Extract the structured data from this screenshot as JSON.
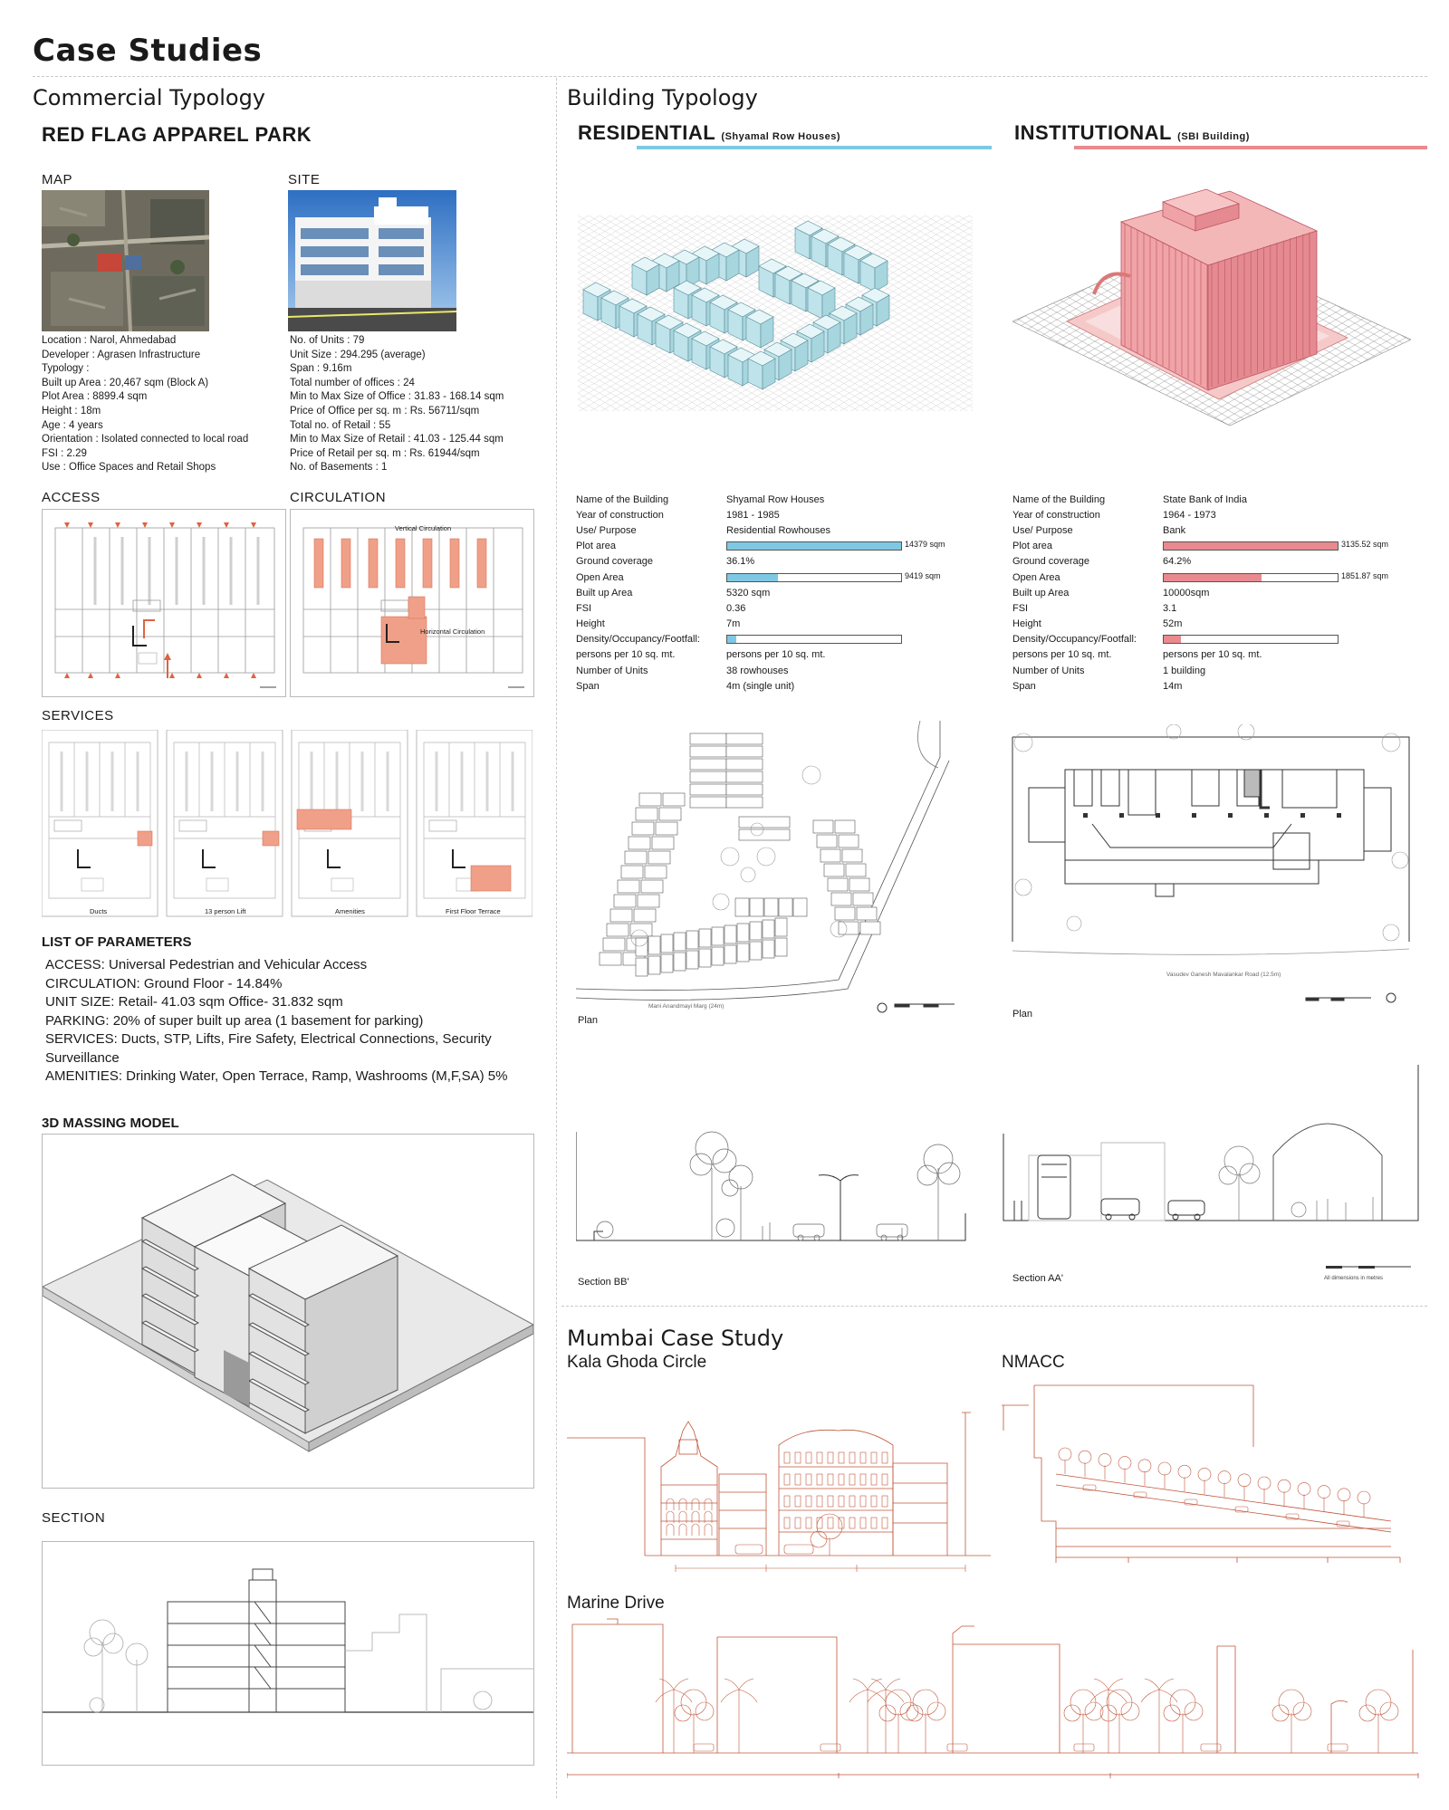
{
  "page": {
    "title": "Case Studies"
  },
  "commercial": {
    "heading": "Commercial Typology",
    "project": "RED FLAG APPAREL PARK",
    "map_label": "MAP",
    "site_label": "SITE",
    "info_left": [
      "Location : Narol, Ahmedabad",
      "Developer : Agrasen Infrastructure",
      "Typology :",
      "Built up Area : 20,467 sqm (Block A)",
      "Plot Area : 8899.4 sqm",
      "Height : 18m",
      "Age : 4 years",
      "Orientation : Isolated connected to local road",
      "FSI : 2.29",
      "Use : Office Spaces and Retail Shops"
    ],
    "info_right": [
      "No. of Units : 79",
      "Unit Size : 294.295 (average)",
      "Span : 9.16m",
      "Total number of offices : 24",
      "Min to Max Size of Office : 31.83 - 168.14 sqm",
      "Price of Office per sq. m : Rs. 56711/sqm",
      "Total no. of Retail : 55",
      "Min to Max Size of Retail : 41.03 - 125.44 sqm",
      "Price of Retail per sq. m : Rs. 61944/sqm",
      "No. of Basements : 1"
    ],
    "access_label": "ACCESS",
    "circulation_label": "CIRCULATION",
    "circ_vertical": "Vertical Circulation",
    "circ_horizontal": "Horizontal Circulation",
    "services_label": "SERVICES",
    "services_captions": [
      "Ducts",
      "13 person Lift",
      "Amenities",
      "First Floor Terrace"
    ],
    "params_title": "LIST OF PARAMETERS",
    "params": [
      "ACCESS: Universal Pedestrian and Vehicular Access",
      "CIRCULATION: Ground Floor - 14.84%",
      "UNIT SIZE: Retail- 41.03 sqm  Office- 31.832 sqm",
      "PARKING: 20% of super built up area (1 basement for parking)",
      "SERVICES: Ducts, STP, Lifts, Fire Safety, Electrical Connections, Security",
      "Surveillance",
      "AMENITIES: Drinking Water, Open Terrace, Ramp, Washrooms (M,F,SA) 5%"
    ],
    "massing_label": "3D MASSING MODEL",
    "section_label": "SECTION"
  },
  "building": {
    "heading": "Building Typology",
    "residential": {
      "title": "RESIDENTIAL",
      "subtitle": "(Shyamal Row Houses)",
      "accent": "#7ec8e3",
      "rows": [
        {
          "k": "Name of the Building",
          "v": "Shyamal Row Houses"
        },
        {
          "k": "Year of construction",
          "v": "1981 - 1985"
        },
        {
          "k": "Use/ Purpose",
          "v": "Residential Rowhouses"
        },
        {
          "k": "Plot area",
          "bar": 1.0,
          "bar_label": "14379 sqm"
        },
        {
          "k": "Ground coverage",
          "v": "36.1%"
        },
        {
          "k": "Open Area",
          "bar": 0.29,
          "bar_label": "9419 sqm"
        },
        {
          "k": "Built up Area",
          "v": "5320 sqm"
        },
        {
          "k": "FSI",
          "v": "0.36"
        },
        {
          "k": "Height",
          "v": "7m"
        },
        {
          "k": "Density/Occupancy/Footfall:",
          "bar": 0.05,
          "bar_label": ""
        },
        {
          "k": "persons per 10 sq. mt.",
          "v": "persons per 10 sq. mt."
        },
        {
          "k": "Number of Units",
          "v": "38 rowhouses"
        },
        {
          "k": "Span",
          "v": "4m (single unit)"
        }
      ],
      "plan_label": "Plan",
      "plan_road": "Mani Anandmayi Marg (24m)",
      "section_label": "Section BB'"
    },
    "institutional": {
      "title": "INSTITUTIONAL",
      "subtitle": "(SBI Building)",
      "accent": "#e88a8f",
      "rows": [
        {
          "k": "Name of the Building",
          "v": "State Bank of India"
        },
        {
          "k": "Year of construction",
          "v": "1964 - 1973"
        },
        {
          "k": "Use/ Purpose",
          "v": "Bank"
        },
        {
          "k": "Plot area",
          "bar": 1.0,
          "bar_label": "3135.52 sqm"
        },
        {
          "k": "Ground coverage",
          "v": "64.2%"
        },
        {
          "k": "Open Area",
          "bar": 0.56,
          "bar_label": "1851.87 sqm"
        },
        {
          "k": "Built up Area",
          "v": "10000sqm"
        },
        {
          "k": "FSI",
          "v": "3.1"
        },
        {
          "k": "Height",
          "v": "52m"
        },
        {
          "k": "Density/Occupancy/Footfall:",
          "bar": 0.1,
          "bar_label": ""
        },
        {
          "k": "persons per 10 sq. mt.",
          "v": "persons per 10 sq. mt."
        },
        {
          "k": "Number of Units",
          "v": "1 building"
        },
        {
          "k": "Span",
          "v": "14m"
        }
      ],
      "plan_label": "Plan",
      "plan_road": "Vasudev Ganesh Mavalankar Road (12.5m)",
      "section_label": "Section AA'"
    },
    "scale_note": "All dimensions in metres"
  },
  "mumbai": {
    "heading": "Mumbai Case Study",
    "kala": "Kala Ghoda Circle",
    "nmacc": "NMACC",
    "marine": "Marine Drive",
    "line_color": "#c0563a"
  }
}
